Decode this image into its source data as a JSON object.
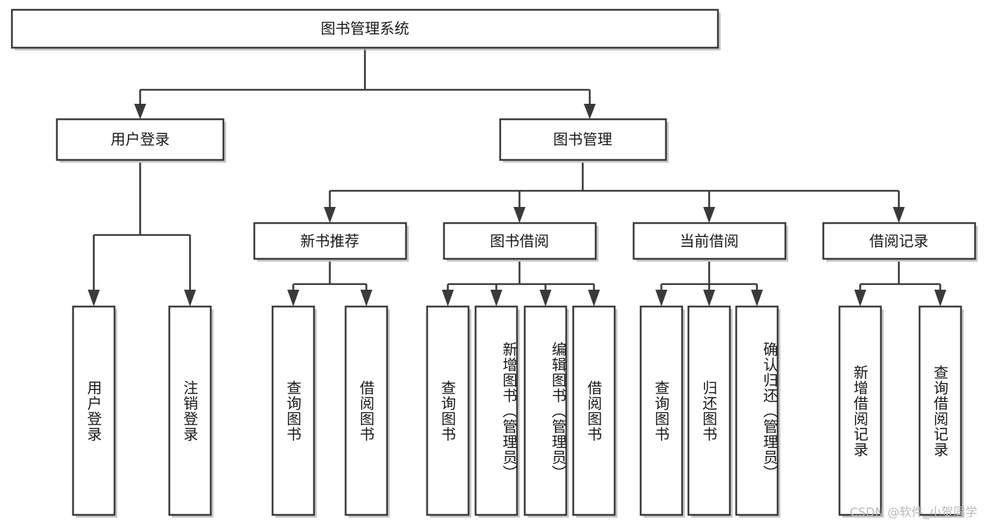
{
  "diagram": {
    "title": "图书管理系统",
    "type": "tree",
    "orientation": "top-down",
    "root": {
      "label": "图书管理系统",
      "children": [
        {
          "label": "用户登录",
          "children": [
            {
              "label": "用户登录"
            },
            {
              "label": "注销登录"
            }
          ]
        },
        {
          "label": "图书管理",
          "children": [
            {
              "label": "新书推荐",
              "children": [
                {
                  "label": "查询图书"
                },
                {
                  "label": "借阅图书"
                }
              ]
            },
            {
              "label": "图书借阅",
              "children": [
                {
                  "label": "查询图书"
                },
                {
                  "label": "新增图书（管理员）"
                },
                {
                  "label": "编辑图书（管理员）"
                },
                {
                  "label": "借阅图书"
                }
              ]
            },
            {
              "label": "当前借阅",
              "children": [
                {
                  "label": "查询图书"
                },
                {
                  "label": "归还图书"
                },
                {
                  "label": "确认归还（管理员）"
                }
              ]
            },
            {
              "label": "借阅记录",
              "children": [
                {
                  "label": "新增借阅记录"
                },
                {
                  "label": "查询借阅记录"
                }
              ]
            }
          ]
        }
      ]
    }
  },
  "nodes": {
    "root": "图书管理系统",
    "l2_user_login": "用户登录",
    "l2_book_manage": "图书管理",
    "l3_new_book_rec": "新书推荐",
    "l3_book_borrow": "图书借阅",
    "l3_current_borrow": "当前借阅",
    "l3_borrow_record": "借阅记录",
    "leaf_user_login": "用户登录",
    "leaf_logout": "注销登录",
    "leaf_rec_query_book": "查询图书",
    "leaf_rec_borrow_book": "借阅图书",
    "leaf_bb_query_book": "查询图书",
    "leaf_bb_add_book": "新增图书（管理员）",
    "leaf_bb_edit_book": "编辑图书（管理员）",
    "leaf_bb_borrow_book": "借阅图书",
    "leaf_cb_query_book": "查询图书",
    "leaf_cb_return_book": "归还图书",
    "leaf_cb_confirm_return": "确认归还（管理员）",
    "leaf_br_add_record": "新增借阅记录",
    "leaf_br_query_record": "查询借阅记录"
  },
  "watermark": {
    "text": "CSDN @软件_小贺同学"
  },
  "colors": {
    "box_stroke": "#3a3a3a",
    "box_fill": "#ffffff",
    "text": "#1a1a1a",
    "shadow": "#b8b8b8",
    "background": "#ffffff",
    "watermark": "#b9b9b9"
  }
}
